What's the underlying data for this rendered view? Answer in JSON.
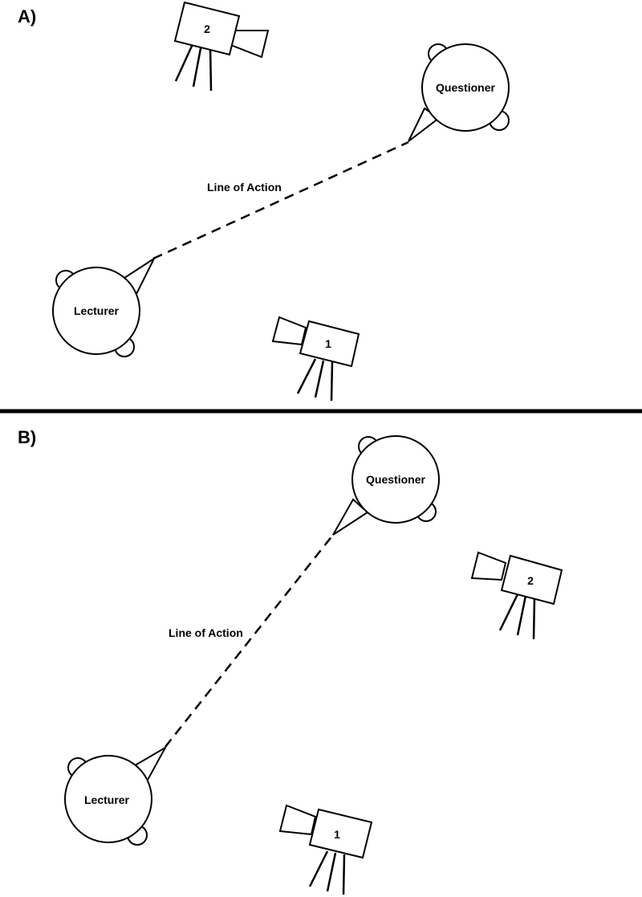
{
  "panels": {
    "a": {
      "label": "A)",
      "line_of_action": "Line of Action",
      "lecturer": "Lecturer",
      "questioner": "Questioner",
      "camera_1": "1",
      "camera_2": "2"
    },
    "b": {
      "label": "B)",
      "line_of_action": "Line of Action",
      "lecturer": "Lecturer",
      "questioner": "Questioner",
      "camera_1": "1",
      "camera_2": "2"
    }
  }
}
